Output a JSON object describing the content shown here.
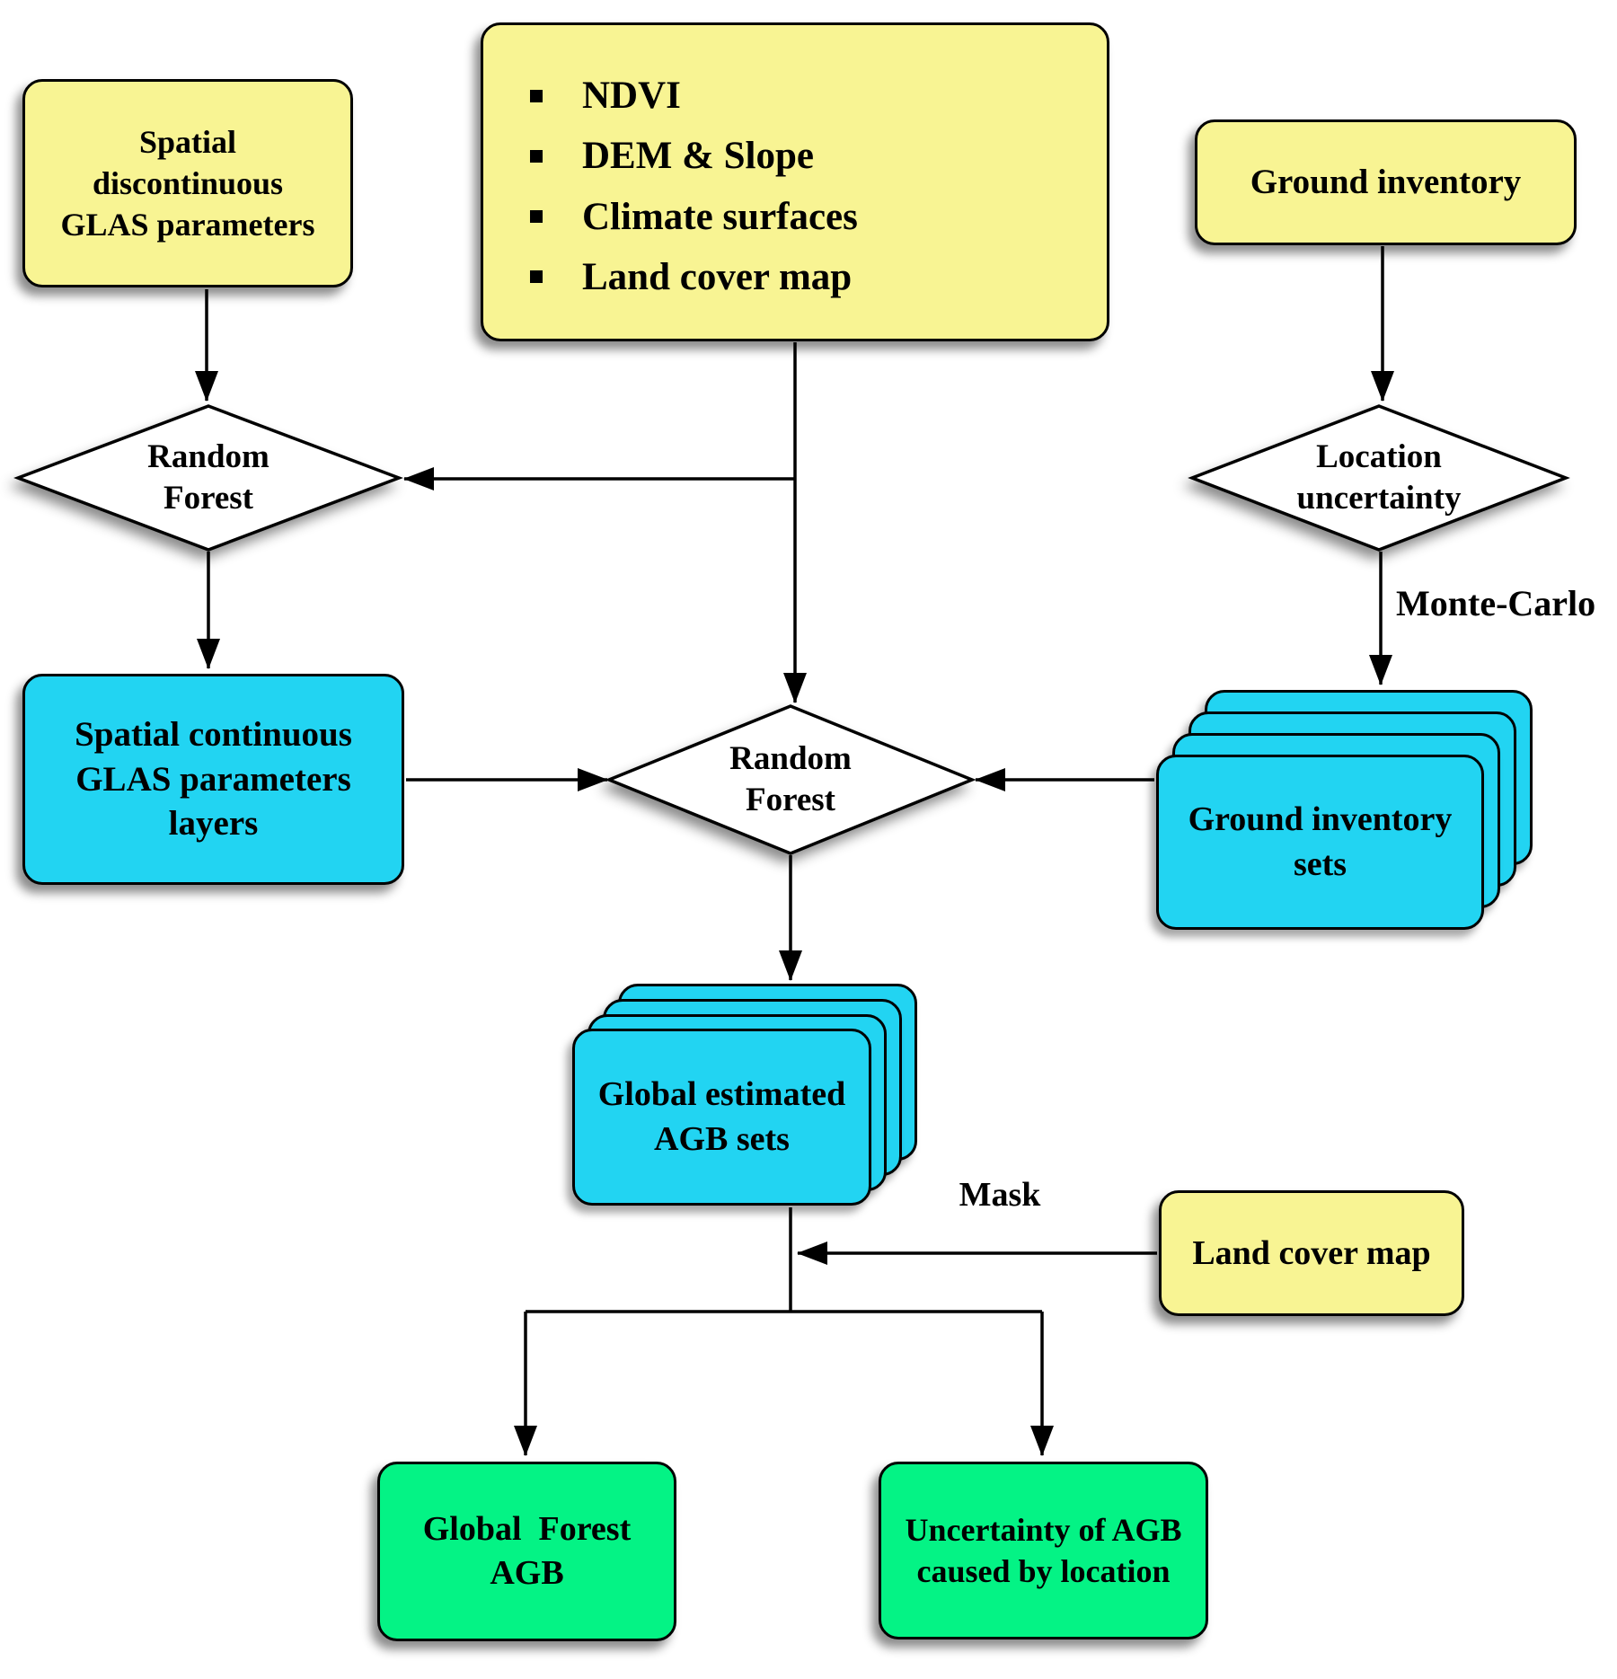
{
  "diagram": {
    "colors": {
      "input_fill": "#F8F493",
      "intermediate_fill": "#22D4F2",
      "output_fill": "#04F385",
      "process_fill": "#FFFFFF",
      "line": "#000000"
    },
    "nodes": {
      "glas_discontinuous": {
        "label": "Spatial\ndiscontinuous\nGLAS parameters"
      },
      "predictors": {
        "items": [
          "NDVI",
          "DEM & Slope",
          "Climate surfaces",
          "Land cover map"
        ]
      },
      "ground_inventory": {
        "label": "Ground inventory"
      },
      "random_forest_left": {
        "label": "Random\nForest"
      },
      "location_uncertainty": {
        "label": "Location\nuncertainty"
      },
      "glas_continuous": {
        "label": "Spatial continuous\nGLAS parameters\nlayers"
      },
      "random_forest_center": {
        "label": "Random\nForest"
      },
      "ground_inventory_sets": {
        "label": "Ground inventory\nsets"
      },
      "global_estimated_agb_sets": {
        "label": "Global estimated\nAGB sets"
      },
      "land_cover_map": {
        "label": "Land cover map"
      },
      "global_forest_agb": {
        "label": "Global  Forest\nAGB"
      },
      "agb_location_uncertainty": {
        "label": "Uncertainty of AGB\ncaused by location"
      }
    },
    "edge_labels": {
      "monte_carlo": "Monte-Carlo",
      "mask": "Mask"
    }
  }
}
